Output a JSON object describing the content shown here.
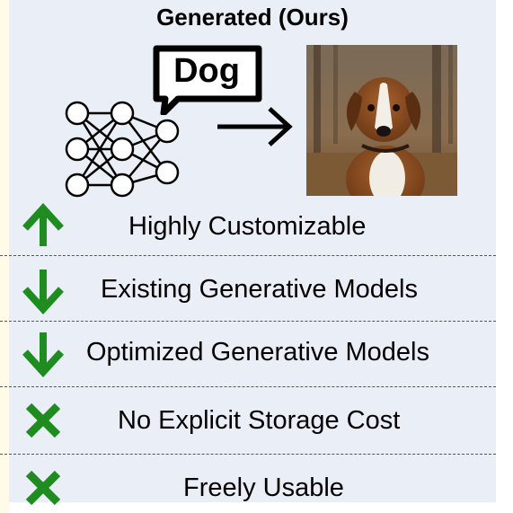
{
  "title": "Generated (Ours)",
  "bubble_word": "Dog",
  "colors": {
    "panel": "#e9eef7",
    "accent_green": "#1e8c1e",
    "divider": "#555555"
  },
  "icons": {
    "model": "neural-network-icon",
    "prompt": "speech-bubble-icon",
    "flow": "right-arrow-icon",
    "output": "dog-photo"
  },
  "rows": [
    {
      "label": "Highly Customizable",
      "icon": "arrow-up-icon"
    },
    {
      "label": "Existing Generative Models",
      "icon": "arrow-down-icon"
    },
    {
      "label": "Optimized Generative Models",
      "icon": "arrow-down-icon"
    },
    {
      "label": "No Explicit Storage Cost",
      "icon": "cross-icon"
    },
    {
      "label": "Freely Usable",
      "icon": "cross-icon"
    }
  ]
}
